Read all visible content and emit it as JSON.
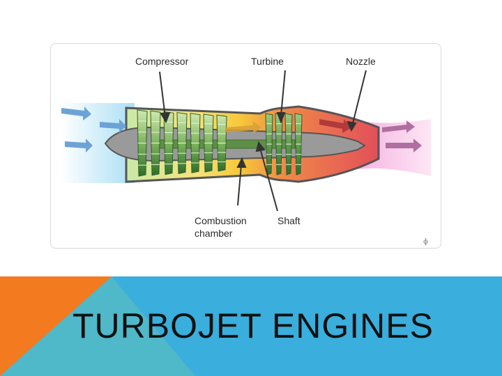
{
  "slide": {
    "title": "TURBOJET ENGINES"
  },
  "diagram": {
    "labels": {
      "compressor": "Compressor",
      "turbine": "Turbine",
      "nozzle": "Nozzle",
      "combustion_line1": "Combustion",
      "combustion_line2": "chamber",
      "shaft": "Shaft"
    }
  },
  "colors": {
    "band_blue": "#3aaedc",
    "band_orange": "#f47a1f",
    "band_teal": "#4fb8c9",
    "intake_blue": "#bfe6f7",
    "exhaust_pink": "#f4a9dc",
    "compressor_green": "#5e9a47",
    "turbine_green": "#4c8a3a",
    "combustion_yellow": "#f6d94a",
    "nozzle_red": "#e0555e"
  }
}
